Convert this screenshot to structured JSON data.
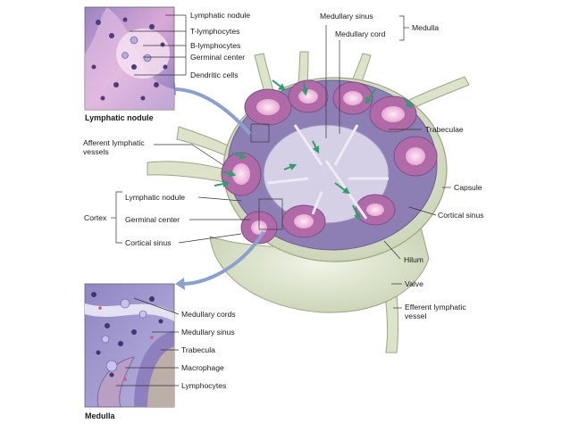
{
  "inset_top": {
    "title": "Lymphatic nodule",
    "labels": [
      "Lymphatic nodule",
      "T-lymphocytes",
      "B-lymphocytes",
      "Germinal center",
      "Dendritic cells"
    ]
  },
  "inset_bottom": {
    "title": "Medulla",
    "labels": [
      "Medullary cords",
      "Medullary sinus",
      "Trabecula",
      "Macrophage",
      "Lymphocytes"
    ]
  },
  "node_labels": {
    "medullary_sinus": "Medullary sinus",
    "medullary_cord": "Medullary cord",
    "medulla": "Medulla",
    "trabeculae": "Trabeculae",
    "afferent": "Afferent lymphatic\nvessels",
    "capsule": "Capsule",
    "cortical_sinus_right": "Cortical sinus",
    "cortex": "Cortex",
    "cortex_items": [
      "Lymphatic nodule",
      "Germinal center",
      "Cortical sinus"
    ],
    "hilum": "Hilum",
    "valve": "Valve",
    "efferent": "Efferent lymphatic\nvessel"
  },
  "colors": {
    "capsule": "#dfe6cf",
    "cortex": "#8d7fb3",
    "medulla": "#d6d0e7",
    "nodule": "#b06aa8",
    "germinal": "#f3d5ea",
    "arrow_green": "#2e9f6b",
    "callout_arrow": "#8aa0cf"
  }
}
